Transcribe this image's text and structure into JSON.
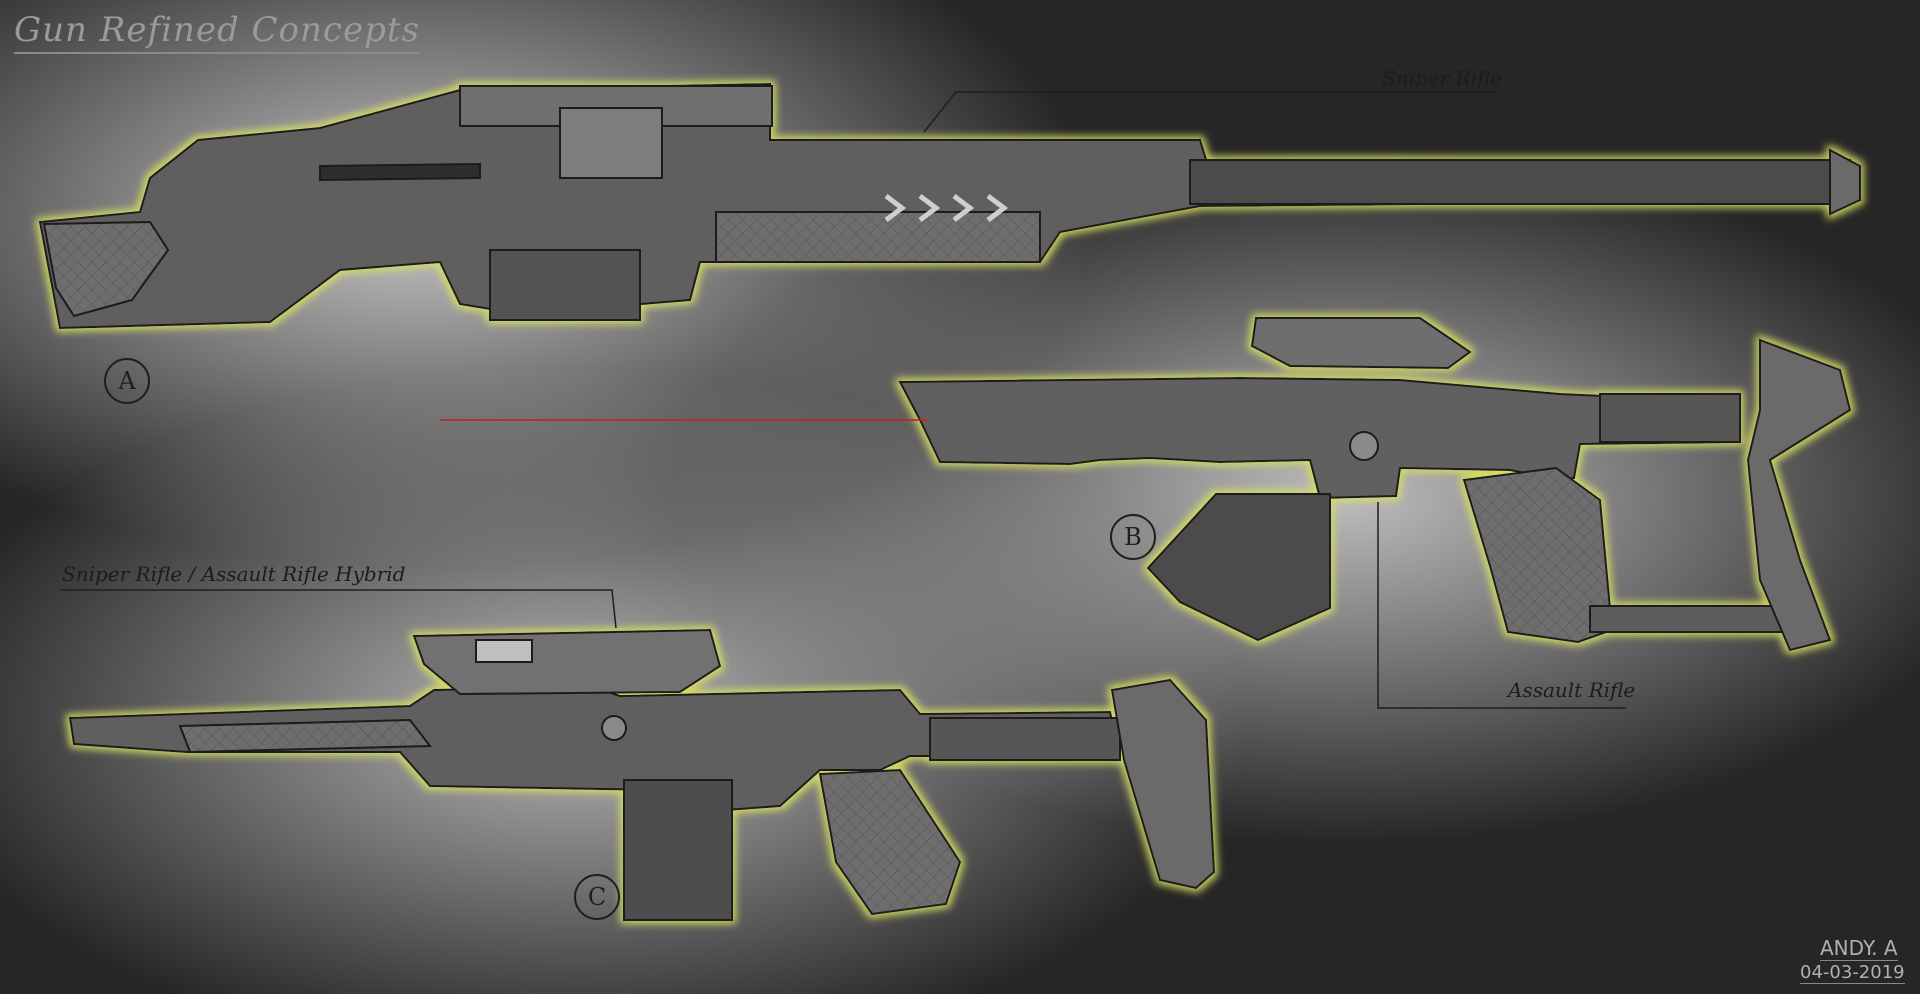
{
  "title": "Gun Refined Concepts",
  "labels": {
    "sniper": "Sniper Rifle",
    "hybrid": "Sniper Rifle / Assault Rifle Hybrid",
    "assault": "Assault Rifle"
  },
  "markers": {
    "a": "A",
    "b": "B",
    "c": "C"
  },
  "signature": {
    "name": "ANDY. A",
    "date": "04-03-2019"
  },
  "colors": {
    "background": "#2a2a2a",
    "glow": "#d8e060",
    "metal_dark": "#3c3c3c",
    "metal_mid": "#6a6a6a",
    "metal_light": "#8c8c8c",
    "laser": "#c02020"
  }
}
